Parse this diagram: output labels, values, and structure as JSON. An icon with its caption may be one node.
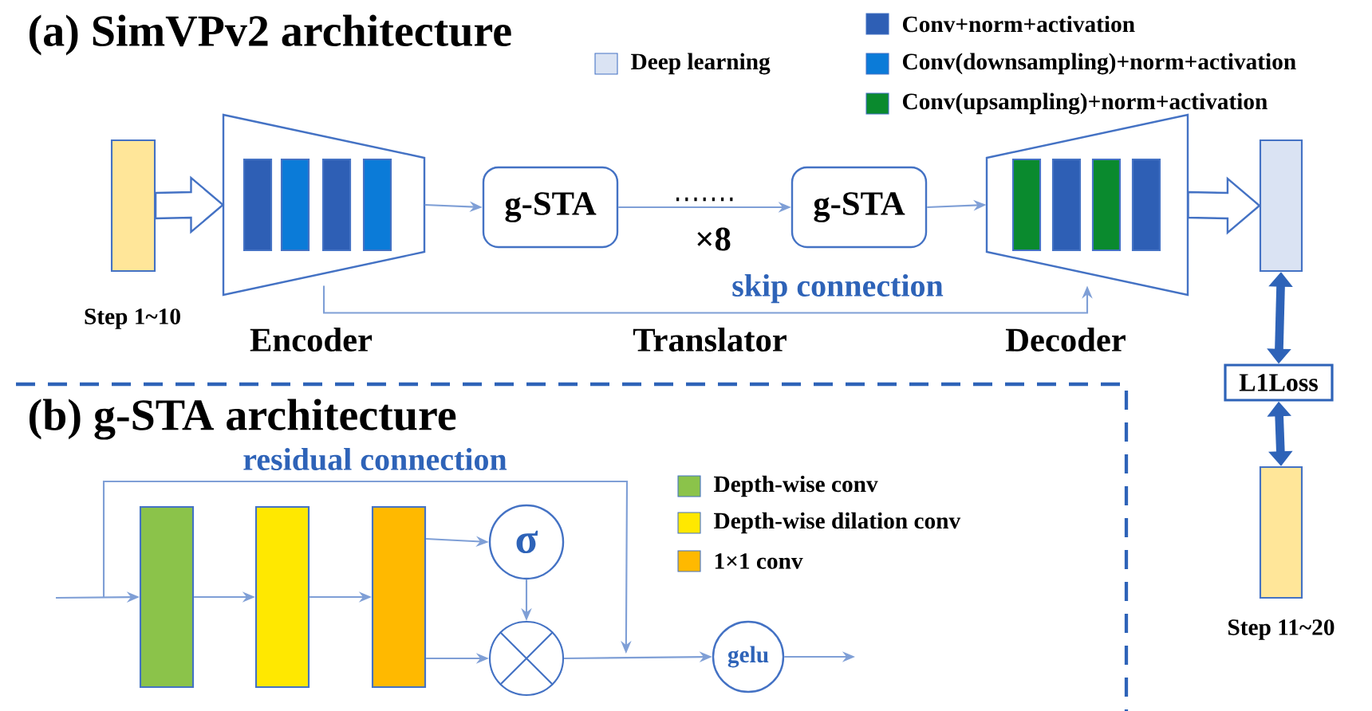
{
  "diagram": {
    "title": "(a) SimVPv2 architecture",
    "nodes": [
      {
        "text": [],
        "shape": "box",
        "beside": [
          "Step 1~10"
        ]
      },
      {
        "text": [
          "Encoder"
        ]
      },
      {
        "text": [],
        "shape": "bar",
        "in": 1
      },
      {
        "text": [],
        "shape": "bar",
        "in": 1
      },
      {
        "text": [],
        "shape": "bar",
        "in": 1
      },
      {
        "text": [],
        "shape": "bar",
        "in": 1
      },
      {
        "text": [
          "g-STA"
        ]
      },
      {
        "text": [
          "g-STA"
        ]
      },
      {
        "text": [
          "Decoder"
        ]
      },
      {
        "text": [],
        "shape": "bar",
        "in": 8
      },
      {
        "text": [],
        "shape": "bar",
        "in": 8
      },
      {
        "text": [],
        "shape": "bar",
        "in": 8
      },
      {
        "text": [],
        "shape": "bar",
        "in": 8
      },
      {
        "text": [],
        "shape": "box"
      },
      {
        "text": [
          "L1Loss"
        ]
      },
      {
        "text": [],
        "shape": "box",
        "beside": [
          "Step 11~20"
        ]
      },
      {
        "text": [],
        "shape": "bar"
      },
      {
        "text": [],
        "shape": "bar"
      },
      {
        "text": [],
        "shape": "bar"
      },
      {
        "text": [
          "σ"
        ]
      },
      {
        "text": [],
        "shape": "circle"
      },
      {
        "text": [
          "gelu"
        ]
      }
    ],
    "edges": [
      {
        "from": 0,
        "to": 1,
        "arrow": "to",
        "style": "thick"
      },
      {
        "from": 1,
        "to": 6,
        "arrow": "to"
      },
      {
        "from": 6,
        "to": 7,
        "arrow": "to",
        "label": "×8"
      },
      {
        "from": 7,
        "to": 8,
        "arrow": "to"
      },
      {
        "from": 1,
        "to": 8,
        "arrow": "to",
        "label": "skip connection"
      },
      {
        "from": 8,
        "to": 13,
        "arrow": "to",
        "style": "thick"
      },
      {
        "from": 13,
        "to": 14,
        "arrow": "both",
        "style": "thick",
        "color": "#2e63b8"
      },
      {
        "from": 14,
        "to": 15,
        "arrow": "both",
        "style": "thick",
        "color": "#2e63b8"
      },
      {
        "from": null,
        "to": 16,
        "arrow": "to"
      },
      {
        "from": 16,
        "to": 17,
        "arrow": "to"
      },
      {
        "from": 17,
        "to": 18,
        "arrow": "to"
      },
      {
        "from": 18,
        "to": 19,
        "arrow": "to"
      },
      {
        "from": 18,
        "to": 20,
        "arrow": "to"
      },
      {
        "from": 19,
        "to": 20,
        "arrow": "to"
      },
      {
        "from": 20,
        "to": 21,
        "arrow": "to"
      },
      {
        "from": null,
        "to": 21,
        "arrow": "to",
        "label": "residual connection"
      },
      {
        "from": 21,
        "to": null,
        "arrow": "to"
      }
    ],
    "labels": [
      "Translator",
      "(b) g-STA architecture"
    ],
    "legend": [
      {
        "text": "Deep learning",
        "color": "#dae3f3"
      },
      {
        "text": "Conv+norm+activation",
        "color": "#2e5fb5"
      },
      {
        "text": "Conv(downsampling)+norm+activation",
        "color": "#0b7bd8"
      },
      {
        "text": "Conv(upsampling)+norm+activation",
        "color": "#0a8a2e"
      },
      {
        "text": "Depth-wise conv",
        "color": "#8bc34a"
      },
      {
        "text": "Depth-wise dilation conv",
        "color": "#ffe800"
      },
      {
        "text": "1×1 conv",
        "color": "#ffb900"
      }
    ]
  }
}
